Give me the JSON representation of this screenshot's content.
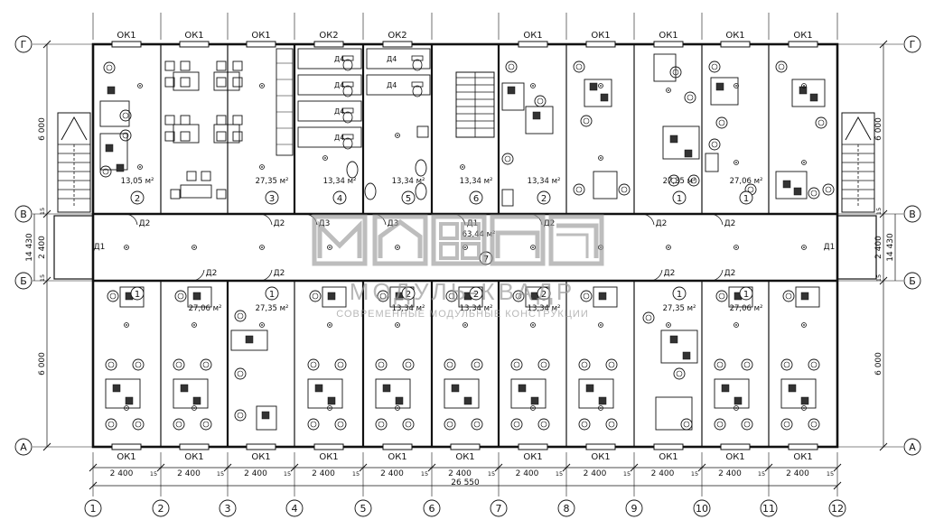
{
  "axes": {
    "columns": [
      "1",
      "2",
      "3",
      "4",
      "5",
      "6",
      "7",
      "8",
      "9",
      "10",
      "11",
      "12"
    ],
    "rows": [
      "Г",
      "В",
      "Б",
      "А"
    ]
  },
  "dimensions": {
    "top_height": "6 000",
    "corridor_height": "2 400",
    "bottom_height": "6 000",
    "side_total": "14 430",
    "small_gap": "15",
    "module_width": "2 400",
    "total_width": "26 550"
  },
  "top_windows": [
    "ОК1",
    "ОК1",
    "ОК1",
    "ОК2",
    "ОК2",
    "",
    "ОК1",
    "ОК1",
    "ОК1",
    "ОК1",
    "ОК1"
  ],
  "bottom_windows": [
    "ОК1",
    "ОК1",
    "ОК1",
    "ОК1",
    "ОК1",
    "ОК1",
    "ОК1",
    "ОК1",
    "ОК1",
    "ОК1",
    "ОК1"
  ],
  "top_rooms": [
    {
      "area": "13,05 м²",
      "num": "2"
    },
    {
      "area": "",
      "num": ""
    },
    {
      "area": "27,35 м²",
      "num": "3"
    },
    {
      "area": "13,34 м²",
      "num": "4"
    },
    {
      "area": "13,34 м²",
      "num": "5"
    },
    {
      "area": "13,34 м²",
      "num": "6"
    },
    {
      "area": "13,34 м²",
      "num": "2"
    },
    {
      "area": "",
      "num": ""
    },
    {
      "area": "27,35 м²",
      "num": "1"
    },
    {
      "area": "27,06 м²",
      "num": "1"
    },
    {
      "area": "",
      "num": ""
    }
  ],
  "bottom_rooms": [
    {
      "area": "",
      "num": "1"
    },
    {
      "area": "27,06 м²",
      "num": ""
    },
    {
      "area": "27,35 м²",
      "num": "1"
    },
    {
      "area": "",
      "num": ""
    },
    {
      "area": "13,34 м²",
      "num": "2"
    },
    {
      "area": "13,34 м²",
      "num": "2"
    },
    {
      "area": "13,34 м²",
      "num": "2"
    },
    {
      "area": "",
      "num": ""
    },
    {
      "area": "27,35 м²",
      "num": "1"
    },
    {
      "area": "27,06 м²",
      "num": "1"
    },
    {
      "area": "",
      "num": ""
    }
  ],
  "corridor": {
    "area": "63,44 м²",
    "num": "7"
  },
  "doors_top": [
    "Д2",
    "Д2",
    "Д3",
    "Д3",
    "Д1",
    "Д2",
    "Д2",
    "Д2"
  ],
  "doors_bottom": [
    "Д2",
    "Д2",
    "Д2",
    "Д2",
    "Д2",
    "Д2"
  ],
  "doors_side": [
    "Д1",
    "Д1"
  ],
  "wc_doors": [
    "Д4",
    "Д4",
    "Д4",
    "Д4",
    "Д4",
    "Д4"
  ],
  "watermark": {
    "brand": "МОДУЛЬ-КВАДР",
    "tagline": "СОВРЕМЕННЫЕ МОДУЛЬНЫЕ КОНСТРУКЦИИ"
  },
  "colors": {
    "line": "#111111",
    "watermark": "#9a9a9a",
    "background": "#ffffff"
  }
}
